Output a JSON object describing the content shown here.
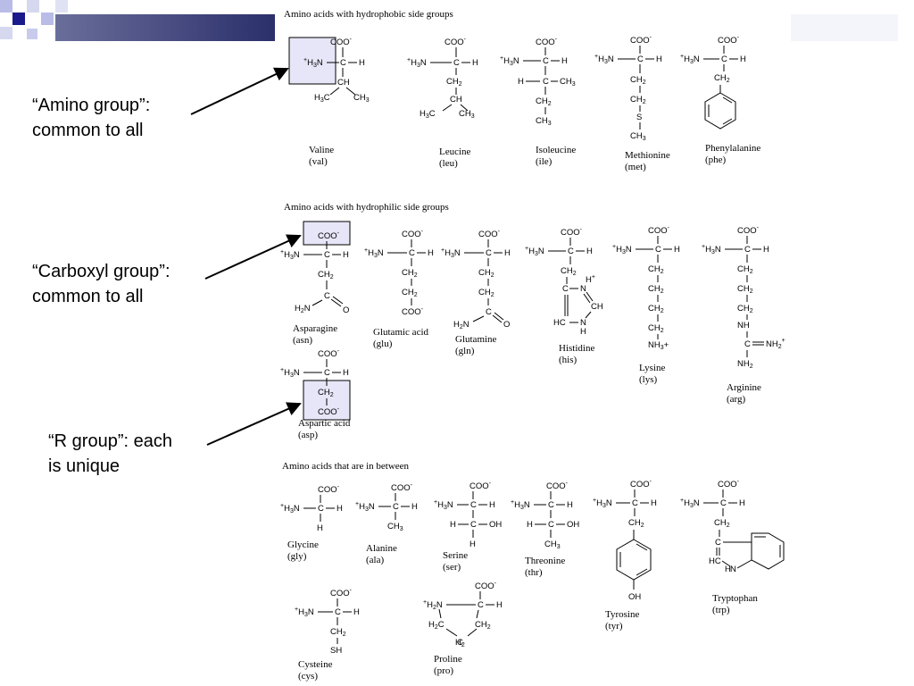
{
  "colors": {
    "slide_bar": "#2b2f6b",
    "square_dark": "#1a1a8c",
    "square_light": "#b8bce6",
    "highlight_fill": "#e6e6f8",
    "arrow": "#000000"
  },
  "callouts": {
    "amino_line1": "“Amino group”:",
    "amino_line2": "common to all",
    "carboxyl_line1": "“Carboxyl group”:",
    "carboxyl_line2": "common to all",
    "r_line1": "“R group”: each",
    "r_line2": "is unique"
  },
  "sections": {
    "hydrophobic": "Amino acids with hydrophobic side groups",
    "hydrophilic": "Amino acids with hydrophilic side groups",
    "between": "Amino acids that are in between"
  },
  "amino_acids": {
    "valine": {
      "name": "Valine",
      "abbr": "(val)"
    },
    "leucine": {
      "name": "Leucine",
      "abbr": "(leu)"
    },
    "isoleucine": {
      "name": "Isoleucine",
      "abbr": "(ile)"
    },
    "methionine": {
      "name": "Methionine",
      "abbr": "(met)"
    },
    "phenylalanine": {
      "name": "Phenylalanine",
      "abbr": "(phe)"
    },
    "asparagine": {
      "name": "Asparagine",
      "abbr": "(asn)"
    },
    "glutamic_acid": {
      "name": "Glutamic acid",
      "abbr": "(glu)"
    },
    "glutamine": {
      "name": "Glutamine",
      "abbr": "(gln)"
    },
    "histidine": {
      "name": "Histidine",
      "abbr": "(his)"
    },
    "lysine": {
      "name": "Lysine",
      "abbr": "(lys)"
    },
    "arginine": {
      "name": "Arginine",
      "abbr": "(arg)"
    },
    "aspartic_acid": {
      "name": "Aspartic acid",
      "abbr": "(asp)"
    },
    "glycine": {
      "name": "Glycine",
      "abbr": "(gly)"
    },
    "alanine": {
      "name": "Alanine",
      "abbr": "(ala)"
    },
    "serine": {
      "name": "Serine",
      "abbr": "(ser)"
    },
    "threonine": {
      "name": "Threonine",
      "abbr": "(thr)"
    },
    "tyrosine": {
      "name": "Tyrosine",
      "abbr": "(tyr)"
    },
    "tryptophan": {
      "name": "Tryptophan",
      "abbr": "(trp)"
    },
    "cysteine": {
      "name": "Cysteine",
      "abbr": "(cys)"
    },
    "proline": {
      "name": "Proline",
      "abbr": "(pro)"
    }
  },
  "chem": {
    "coo": "COO",
    "neg": "-",
    "plus": "+",
    "h3n": "H",
    "three": "3",
    "n": "N",
    "c": "C",
    "h": "H",
    "ch": "CH",
    "ch2": "CH",
    "ch3": "CH",
    "two": "2",
    "h3c": "H",
    "s": "S",
    "oh": "OH",
    "sh": "SH",
    "o": "O",
    "h2n": "H",
    "nh": "NH",
    "nh3plus": "NH",
    "nh2": "NH",
    "hc": "HC",
    "h2c": "H"
  }
}
